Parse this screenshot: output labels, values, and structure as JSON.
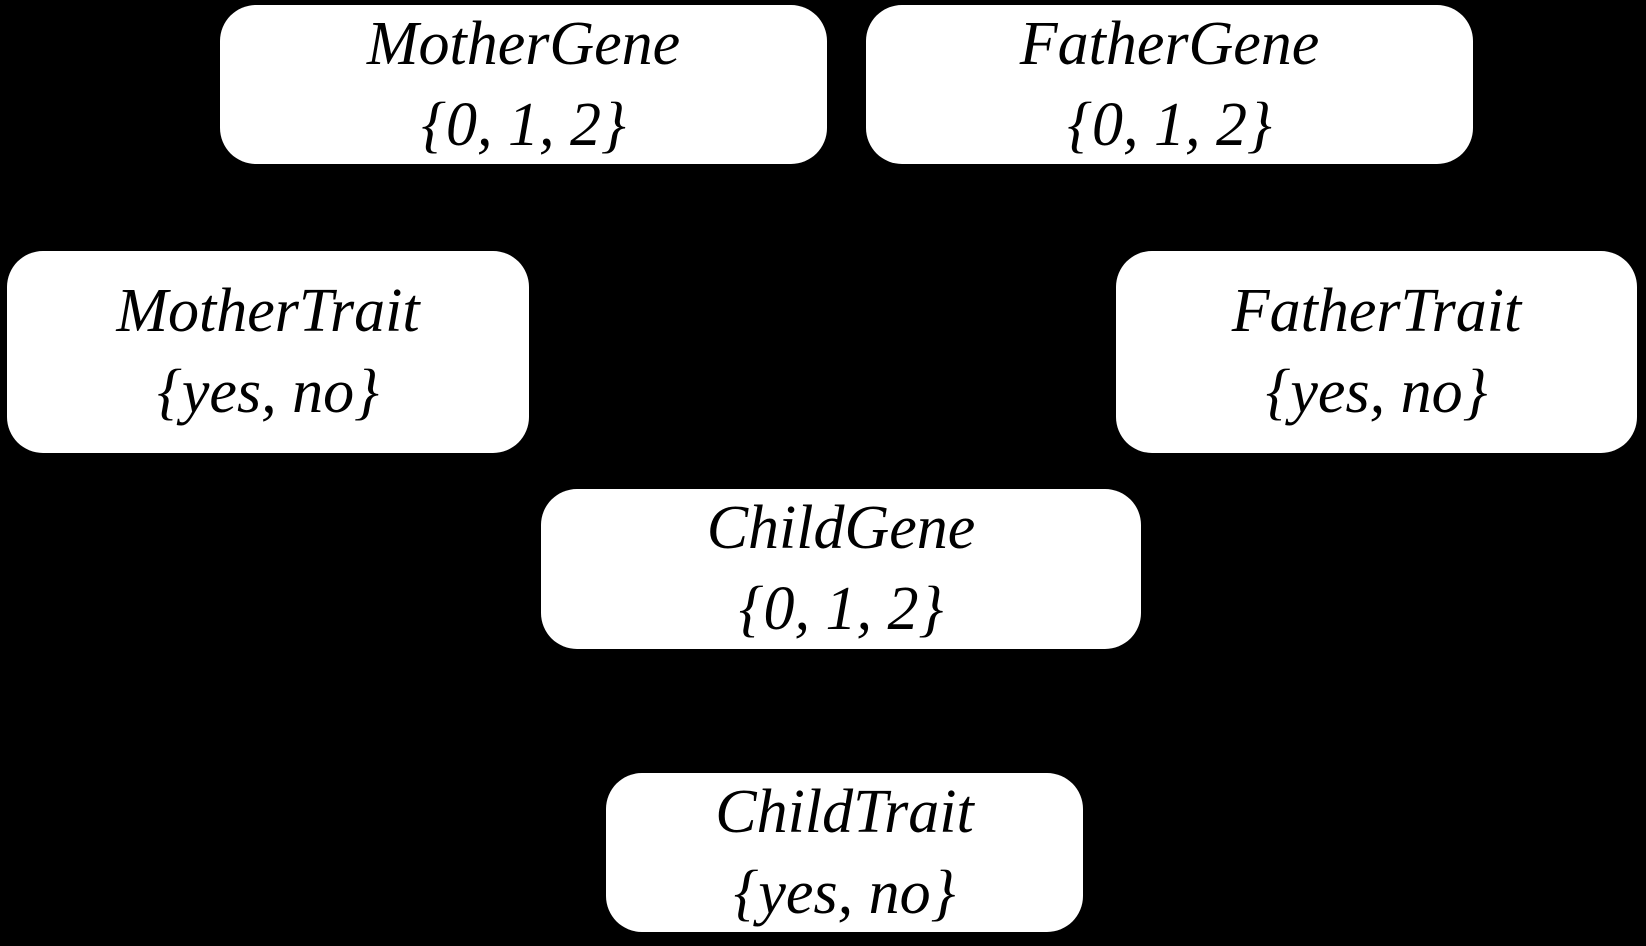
{
  "diagram": {
    "kind": "bayesian-network",
    "background_color": "#000000",
    "node_fill_color": "#ffffff",
    "node_text_color": "#000000",
    "nodes": [
      {
        "id": "mother-gene",
        "label": "MotherGene",
        "domain": "{0, 1, 2}"
      },
      {
        "id": "father-gene",
        "label": "FatherGene",
        "domain": "{0, 1, 2}"
      },
      {
        "id": "mother-trait",
        "label": "MotherTrait",
        "domain": "{yes, no}"
      },
      {
        "id": "father-trait",
        "label": "FatherTrait",
        "domain": "{yes, no}"
      },
      {
        "id": "child-gene",
        "label": "ChildGene",
        "domain": "{0, 1, 2}"
      },
      {
        "id": "child-trait",
        "label": "ChildTrait",
        "domain": "{yes, no}"
      }
    ]
  }
}
